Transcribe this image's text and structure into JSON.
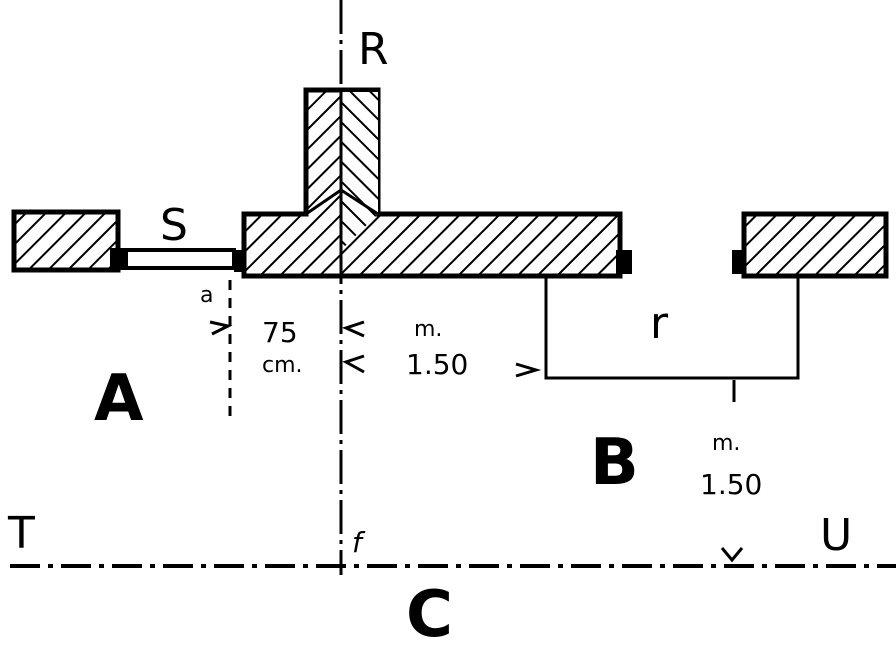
{
  "labels": {
    "R": "R",
    "s": "S",
    "a": "a",
    "r": "r",
    "A": "A",
    "B": "B",
    "C": "C",
    "T": "T",
    "U": "U",
    "f": "f"
  },
  "dimensions": {
    "left": {
      "value": "75",
      "unit": "cm."
    },
    "middle": {
      "unit": "m.",
      "value": "1.50"
    },
    "right": {
      "unit": "m.",
      "value": "1.50"
    }
  }
}
